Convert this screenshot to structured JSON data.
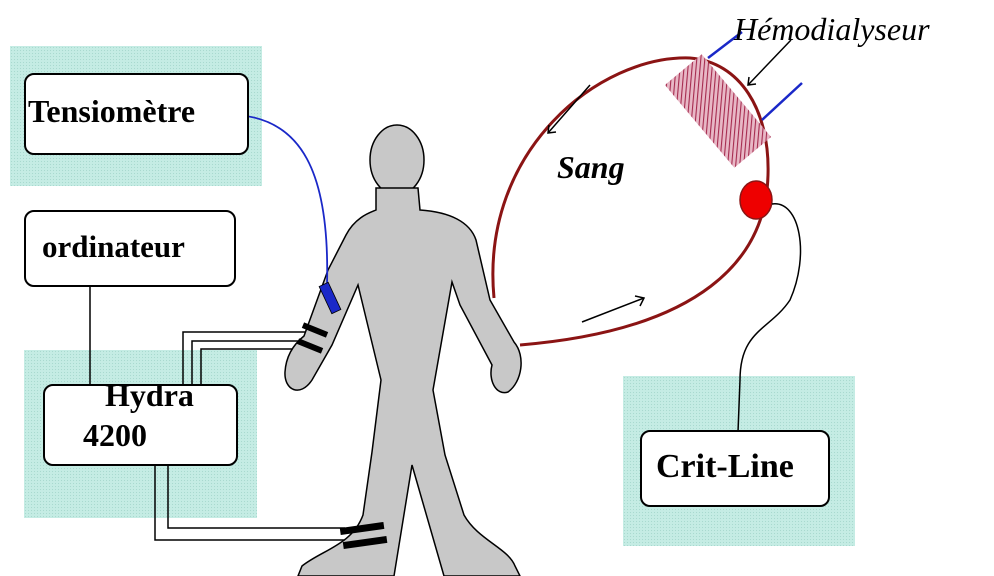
{
  "labels": {
    "tensiometre": "Tensiomètre",
    "ordinateur": "ordinateur",
    "hydra_line1": "Hydra",
    "hydra_line2": "4200",
    "critline": "Crit-Line",
    "hemodialyseur": "Hémodialyseur",
    "sang": "Sang"
  },
  "colors": {
    "shade": "#c5ece4",
    "body": "#c8c8c8",
    "blood_line": "#8b1414",
    "dialyzer": "#b23a5a",
    "cuff": "#1a28c8",
    "sensor": "#ee0000"
  }
}
